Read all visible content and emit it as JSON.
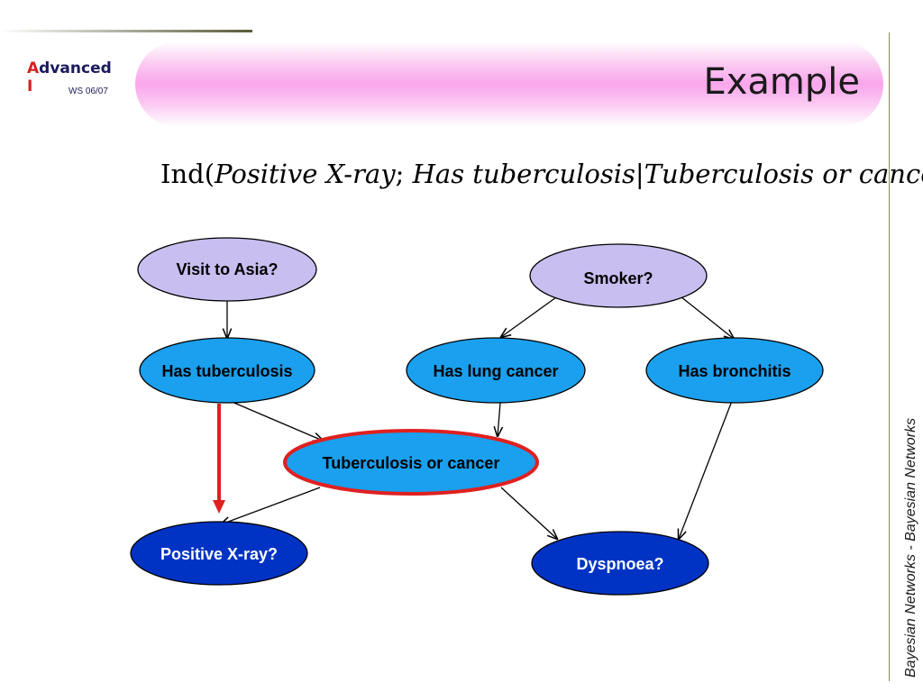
{
  "logo": {
    "line1_first": "A",
    "line1_rest": "dvanced",
    "line2": "I",
    "term": "WS 06/07"
  },
  "slide": {
    "title": "Example",
    "formula": {
      "prefix": "Ind(",
      "arg1": "Positive X-ray",
      "sep": ";",
      "arg2": "Has tuberculosis",
      "bar": "|",
      "arg3": "Tuberculosis or cancer",
      "suffix": ")"
    },
    "footer": "Bayesian Networks - Bayesian Networks"
  },
  "diagram": {
    "nodes": [
      {
        "id": "visit-to-asia",
        "label": "Visit to Asia?"
      },
      {
        "id": "smoker",
        "label": "Smoker?"
      },
      {
        "id": "has-tuberculosis",
        "label": "Has tuberculosis"
      },
      {
        "id": "has-lung-cancer",
        "label": "Has lung cancer"
      },
      {
        "id": "has-bronchitis",
        "label": "Has bronchitis"
      },
      {
        "id": "tuberculosis-or-cancer",
        "label": "Tuberculosis or cancer"
      },
      {
        "id": "positive-x-ray",
        "label": "Positive X-ray?"
      },
      {
        "id": "dyspnoea",
        "label": "Dyspnoea?"
      }
    ],
    "colors": {
      "root_fill": "#c8bef0",
      "middle_fill": "#1aa0ee",
      "leaf_fill": "#0033c4",
      "highlight": "#e02020",
      "edge": "#000000"
    }
  }
}
